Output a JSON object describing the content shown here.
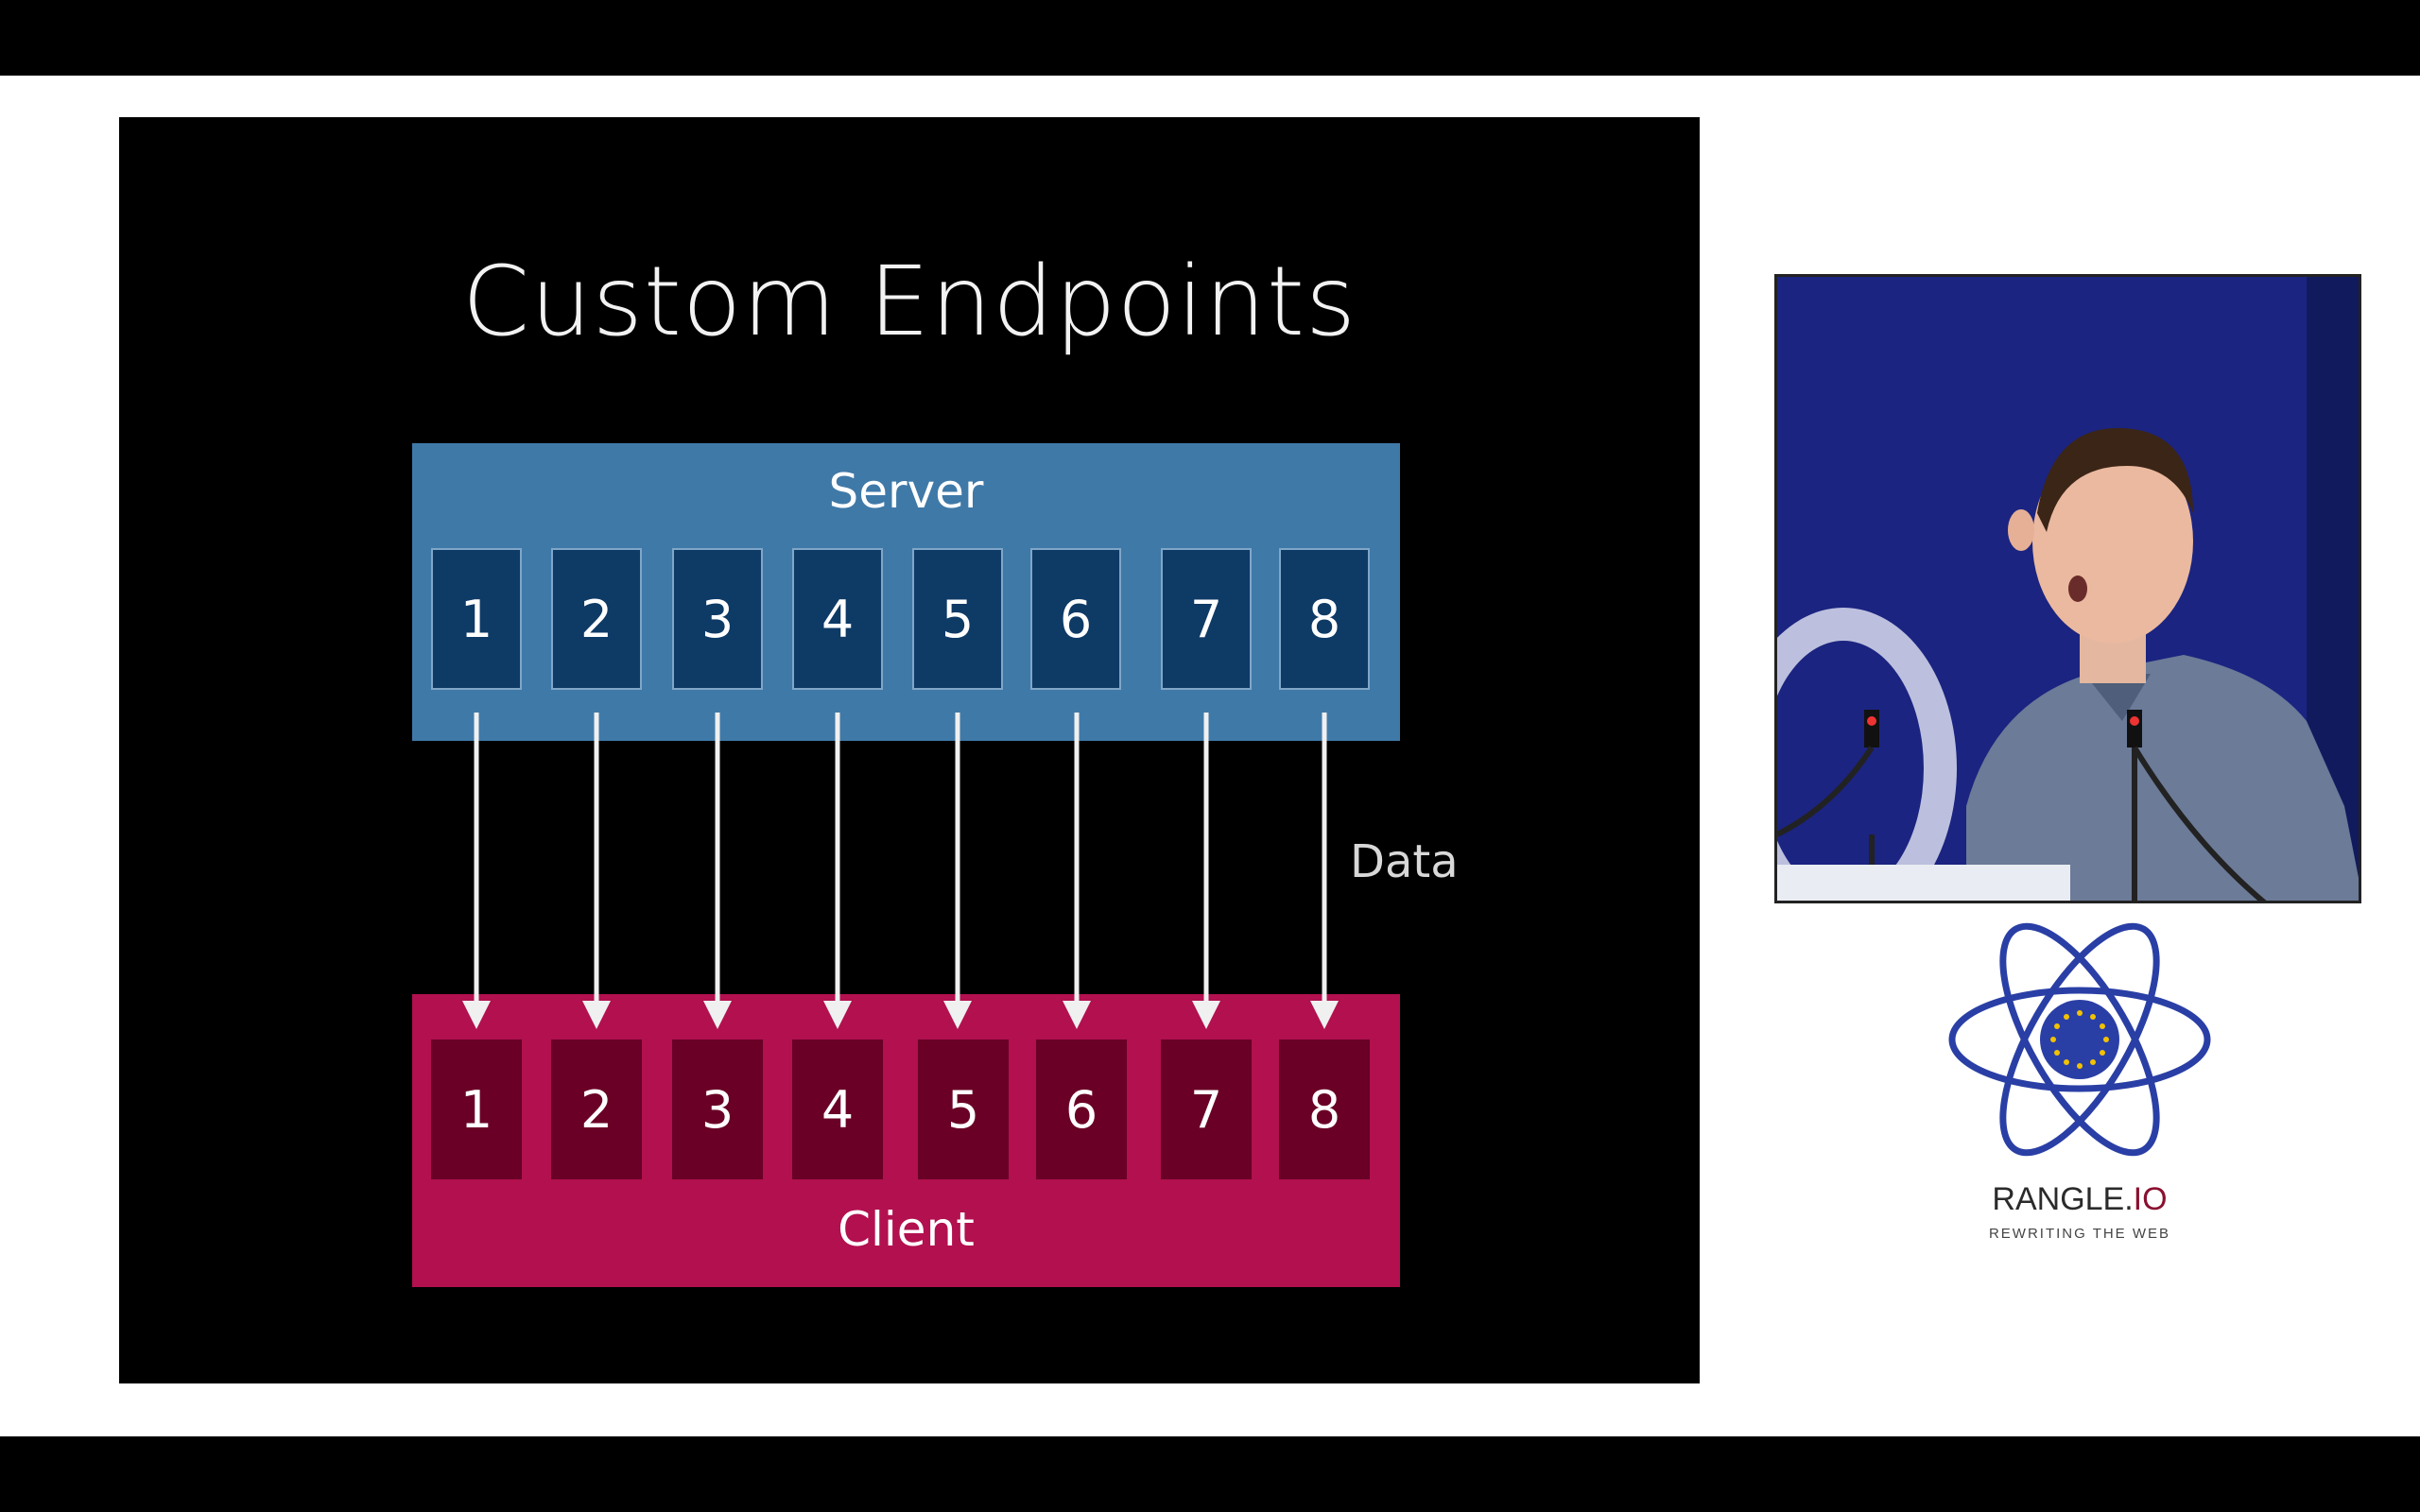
{
  "slide": {
    "title": "Custom Endpoints",
    "server_label": "Server",
    "client_label": "Client",
    "data_label": "Data",
    "server_endpoints": [
      "1",
      "2",
      "3",
      "4",
      "5",
      "6",
      "7",
      "8"
    ],
    "client_endpoints": [
      "1",
      "2",
      "3",
      "4",
      "5",
      "6",
      "7",
      "8"
    ]
  },
  "sponsor": {
    "name_main": "RANGLE.",
    "name_suffix": "IO",
    "tagline": "REWRITING THE WEB"
  },
  "colors": {
    "server_blue": "#3f79a8",
    "endpoint_navy": "#0e3a66",
    "client_magenta": "#b2104f",
    "client_endpoint": "#6a0026",
    "logo_blue": "#2a3fa5",
    "logo_gold": "#f2c200"
  }
}
